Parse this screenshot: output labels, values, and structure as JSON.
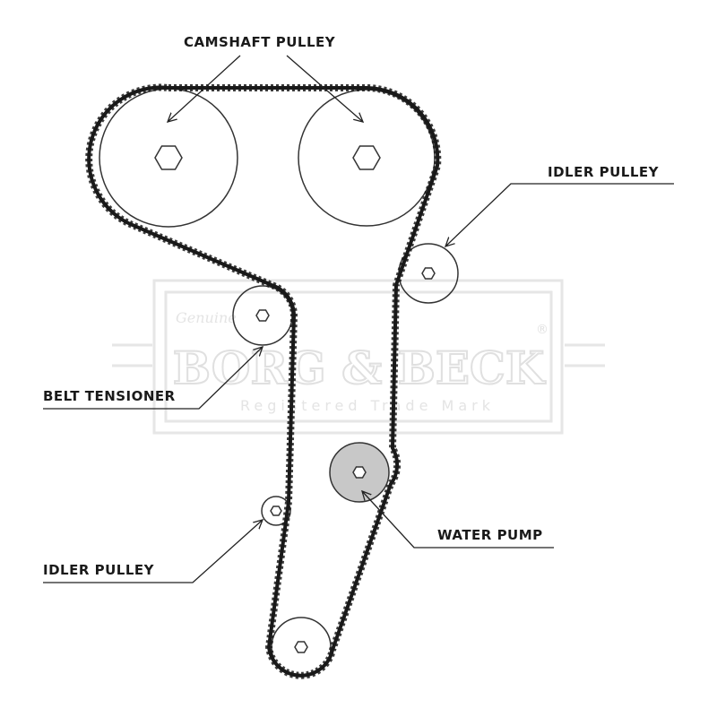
{
  "labels": {
    "camshaft_pulley": "CAMSHAFT PULLEY",
    "idler_pulley_right": "IDLER PULLEY",
    "belt_tensioner": "BELT TENSIONER",
    "water_pump": "WATER PUMP",
    "idler_pulley_left": "IDLER PULLEY"
  },
  "watermark": {
    "brand": "BORG & BECK",
    "script": "Genuine",
    "registered": "®",
    "tagline": "Registered Trade Mark"
  },
  "colors": {
    "belt": "#1a1a1a",
    "water_pump_fill": "#c8c8c8",
    "watermark": "#e4e4e4"
  }
}
